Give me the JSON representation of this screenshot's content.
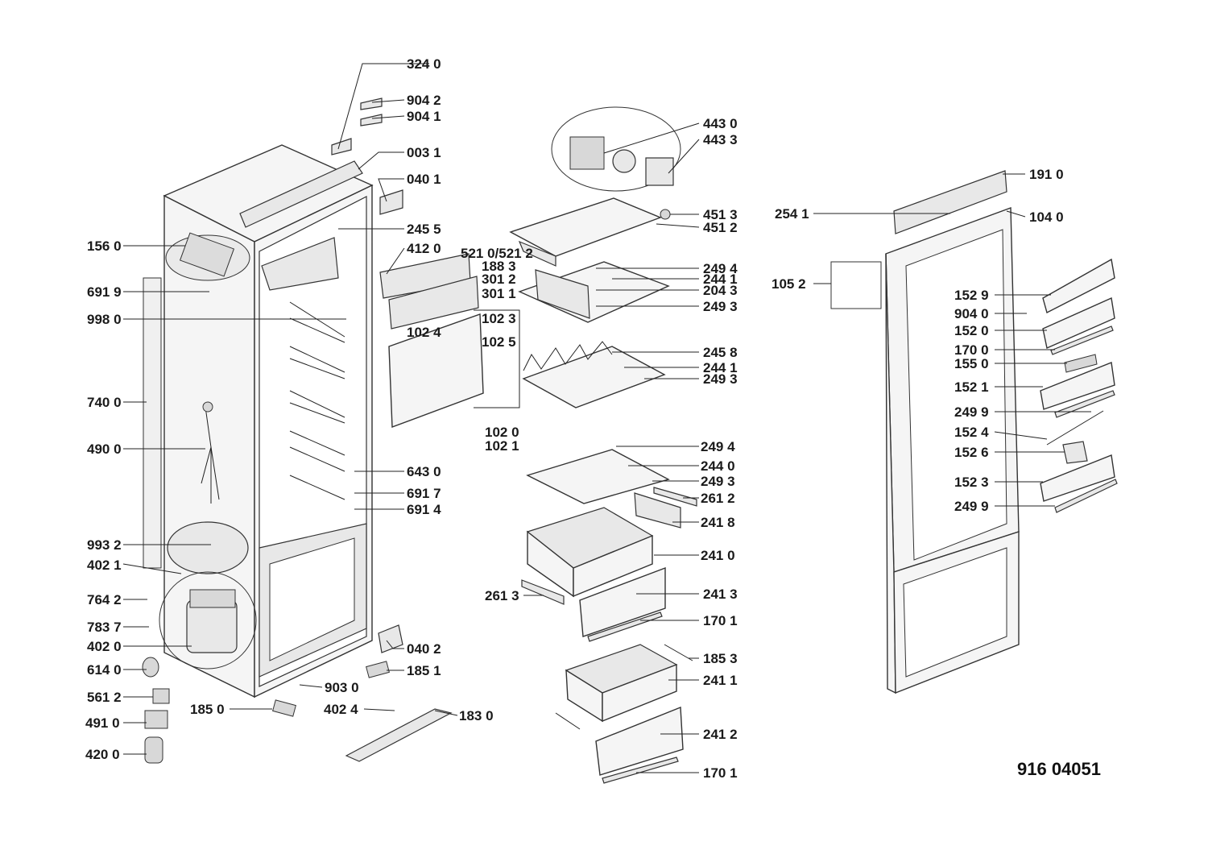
{
  "document_code": "916 04051",
  "labels": [
    "324 0",
    "904 2",
    "904 1",
    "003 1",
    "040 1",
    "245 5",
    "156 0",
    "412 0",
    "521 0/521 2",
    "188 3",
    "301 2",
    "301 1",
    "691 9",
    "998 0",
    "102 3",
    "102 4",
    "102 5",
    "740 0",
    "102 0",
    "102 1",
    "490 0",
    "643 0",
    "691 7",
    "691 4",
    "993 2",
    "402 1",
    "764 2",
    "783 7",
    "402 0",
    "040 2",
    "614 0",
    "185 1",
    "903 0",
    "561 2",
    "185 0",
    "402 4",
    "183 0",
    "491 0",
    "420 0",
    "443 0",
    "443 3",
    "451 3",
    "451 2",
    "249 4",
    "244 1",
    "204 3",
    "249 3",
    "245 8",
    "244 1",
    "249 3",
    "249 4",
    "244 0",
    "249 3",
    "261 2",
    "241 8",
    "241 0",
    "261 3",
    "241 3",
    "170 1",
    "185 3",
    "241 1",
    "241 2",
    "170 1",
    "191 0",
    "254 1",
    "104 0",
    "105 2",
    "152 9",
    "904 0",
    "152 0",
    "170 0",
    "155 0",
    "152 1",
    "249 9",
    "152 4",
    "152 6",
    "152 3",
    "249 9"
  ]
}
